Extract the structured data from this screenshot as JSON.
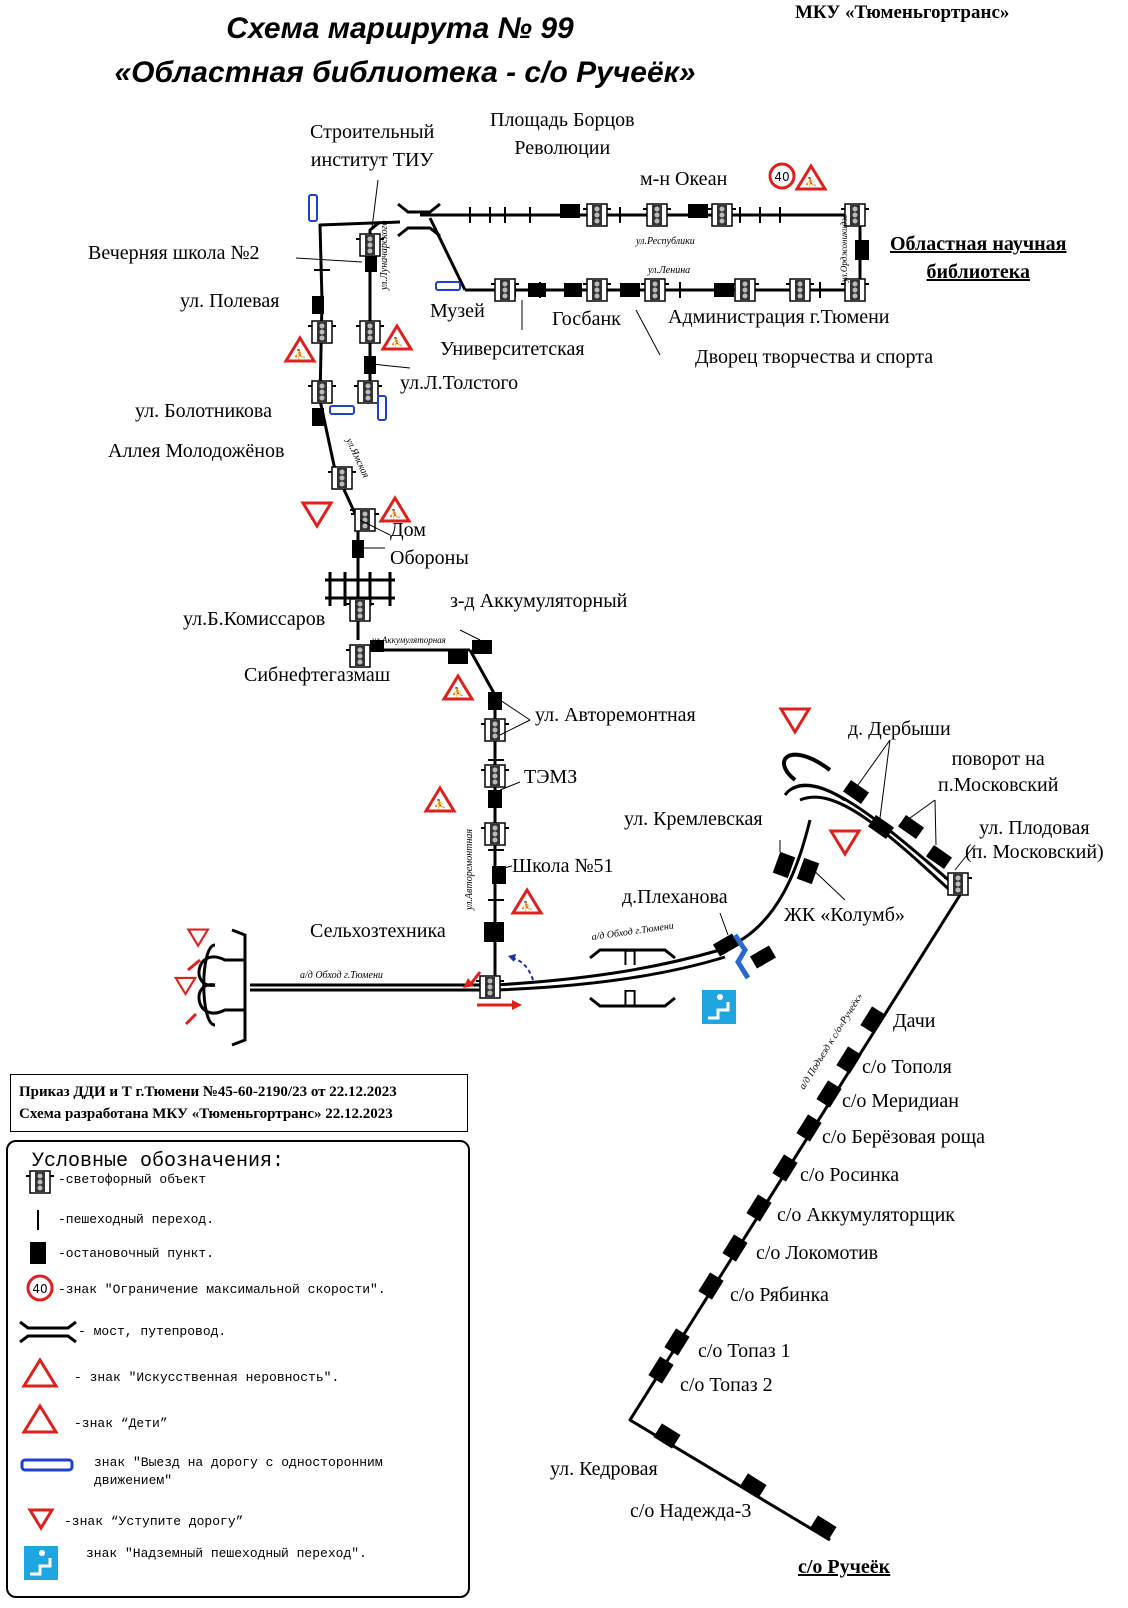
{
  "header": {
    "title_line1": "Схема маршрута № 99",
    "title_line2": "«Областная библиотека - с/о Ручеёк»",
    "organization": "МКУ «Тюменьгортранс»"
  },
  "stops": {
    "stroitelny": "Строительный\nинститут ТИУ",
    "ploshchad": "Площадь Борцов\nРеволюции",
    "okean": "м-н Океан",
    "oblastnaya": "Областная научная\nбиблиотека",
    "vechernyaya": "Вечерняя школа №2",
    "polevaya": "ул. Полевая",
    "muzey": "Музей",
    "gosbank": "Госбанк",
    "administratsiya": "Администрация г.Тюмени",
    "universitetskaya": "Университетская",
    "dvorets": "Дворец творчества и спорта",
    "tolstogo": "ул.Л.Толстого",
    "bolotnikova": "ул. Болотникова",
    "alleya": "Аллея Молодожёнов",
    "dom_oborony": "Дом\nОбороны",
    "akkumulyatorny": "з-д Аккумуляторный",
    "komissarov": "ул.Б.Комиссаров",
    "sibneft": "Сибнефтегазмаш",
    "avtoremontnaya": "ул. Авторемонтная",
    "temz": "ТЭМЗ",
    "shkola51": "Школа №51",
    "selkhoz": "Сельхозтехника",
    "derbyshi": "д. Дербыши",
    "povorot": "поворот на\nп.Московский",
    "kremlevskaya": "ул. Кремлевская",
    "plodovaya": "ул. Плодовая\n(п. Московский)",
    "plekhanova": "д.Плеханова",
    "kolumb": "ЖК «Колумб»",
    "dachi": "Дачи",
    "topolya": "с/о Тополя",
    "meridian": "с/о Меридиан",
    "berezovaya": "с/о Берёзовая роща",
    "rosinka": "с/о Росинка",
    "akkumulyatorshchik": "с/о Аккумуляторщик",
    "lokomotiv": "с/о Локомотив",
    "ryabinka": "с/о Рябинка",
    "topaz1": "с/о Топаз 1",
    "topaz2": "с/о Топаз 2",
    "kedrovaya": "ул. Кедровая",
    "nadezhda": "с/о Надежда-3",
    "rucheyok": "с/о Ручеёк"
  },
  "streets": {
    "respubliki": "ул.Республики",
    "lenina": "ул.Ленина",
    "lunacharskogo": "ул.Луначарского",
    "ordzhonikidze": "ул.Орджоникидзе",
    "yamskaya": "ул.Ямская",
    "akkumulyatornaya": "ул.Аккумуляторная",
    "avtoremontnaya_st": "ул.Авторемонтная",
    "obhod1": "а/д Обход г.Тюмени",
    "obhod2": "а/д Обход г.Тюмени",
    "podezd": "а/д Подъезд к с/о«Ручеёк»"
  },
  "speed_limit": "40",
  "order": {
    "line1": "Приказ ДДИ и Т г.Тюмени №45-60-2190/23 от 22.12.2023",
    "line2": "Схема разработана МКУ «Тюменьгортранс» 22.12.2023"
  },
  "legend": {
    "title": "Условные обозначения:",
    "traffic_light": "-светофорный объект",
    "crossing": "-пешеходный переход.",
    "stop": "-остановочный пункт.",
    "speed": "-знак \"Ограничение максимальной скорости\".",
    "speed_value": "40",
    "bridge": "- мост, путепровод.",
    "bump": "- знак \"Искусственная неровность\".",
    "children": "-знак “Дети”",
    "one_way": "знак \"Выезд на дорогу с односторонним\nдвижением\"",
    "yield": "-знак “Уступите дорогу”",
    "overpass": "знак \"Надземный пешеходный переход\"."
  },
  "colors": {
    "route": "#000000",
    "sign_red": "#e0201c",
    "one_way_blue": "#1f3fd0",
    "overpass_blue": "#1fa6e0",
    "arrow_red": "#e0201c",
    "arrow_blue": "#1f2fb0"
  }
}
